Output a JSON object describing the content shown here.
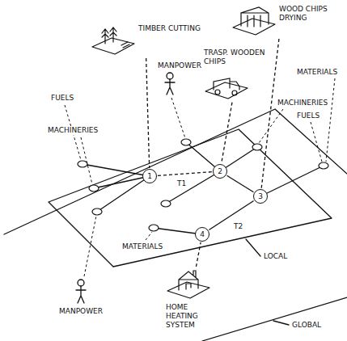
{
  "diagram": {
    "nodes": [
      {
        "text": [
          "TIMBER CUTTING"
        ]
      },
      {
        "text": [
          "WOOD CHIPS DRYING"
        ]
      },
      {
        "text": [
          "TRASP. WOODEN CHIPS"
        ]
      },
      {
        "text": [
          "1"
        ]
      },
      {
        "text": [
          "2"
        ]
      },
      {
        "text": [
          "3"
        ]
      },
      {
        "text": [
          "4"
        ]
      },
      {
        "text": [
          "HOME HEATING SYSTEM"
        ]
      }
    ],
    "edges": [
      {
        "from": 0,
        "to": 3,
        "arrow": "none"
      },
      {
        "from": 2,
        "to": 4,
        "arrow": "none"
      },
      {
        "from": 1,
        "to": 5,
        "arrow": "none"
      },
      {
        "from": 3,
        "to": 4,
        "arrow": "none"
      },
      {
        "from": 4,
        "to": 5,
        "arrow": "none"
      },
      {
        "from": 6,
        "to": 5,
        "arrow": "none"
      },
      {
        "from": 7,
        "to": 6,
        "arrow": "none"
      }
    ],
    "labels": [
      "FUELS",
      "MACHINERIES",
      "MANPOWER",
      "MATERIALS",
      "MACHINERIES",
      "FUELS",
      "T1",
      "T2",
      "LOCAL",
      "MATERIALS",
      "MANPOWER",
      "GLOBAL"
    ]
  }
}
